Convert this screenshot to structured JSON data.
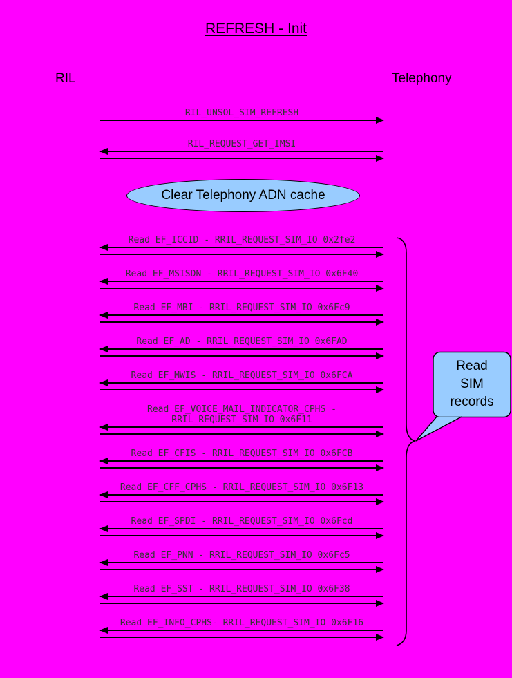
{
  "diagram": {
    "title": "REFRESH - Init",
    "left_actor": "RIL",
    "right_actor": "Telephony",
    "top_messages": [
      {
        "label": "RIL_UNSOL_SIM_REFRESH"
      },
      {
        "label": "RIL_REQUEST_GET_IMSI"
      }
    ],
    "note": "Clear Telephony ADN cache",
    "reads": [
      {
        "label": "Read EF_ICCID - RRIL_REQUEST_SIM_IO 0x2fe2"
      },
      {
        "label": "Read EF_MSISDN - RRIL_REQUEST_SIM_IO 0x6F40"
      },
      {
        "label": "Read EF_MBI - RRIL_REQUEST_SIM_IO 0x6Fc9"
      },
      {
        "label": "Read EF_AD - RRIL_REQUEST_SIM_IO 0x6FAD"
      },
      {
        "label": "Read EF_MWIS - RRIL_REQUEST_SIM_IO 0x6FCA"
      },
      {
        "label": "Read EF_VOICE_MAIL_INDICATOR_CPHS -\nRRIL_REQUEST_SIM_IO 0x6F11"
      },
      {
        "label": "Read EF_CFIS - RRIL_REQUEST_SIM_IO 0x6FCB"
      },
      {
        "label": "Read EF_CFF_CPHS - RRIL_REQUEST_SIM_IO 0x6F13"
      },
      {
        "label": "Read EF_SPDI - RRIL_REQUEST_SIM_IO 0x6Fcd"
      },
      {
        "label": "Read EF_PNN - RRIL_REQUEST_SIM_IO 0x6Fc5"
      },
      {
        "label": "Read EF_SST - RRIL_REQUEST_SIM_IO 0x6F38"
      },
      {
        "label": "Read EF_INFO_CPHS- RRIL_REQUEST_SIM_IO 0x6F16"
      }
    ],
    "callout": "Read\nSIM\nrecords",
    "colors": {
      "background": "#FF00FF",
      "note_fill": "#99CCFF",
      "line_color": "#000000",
      "label_color": "#333333"
    }
  }
}
